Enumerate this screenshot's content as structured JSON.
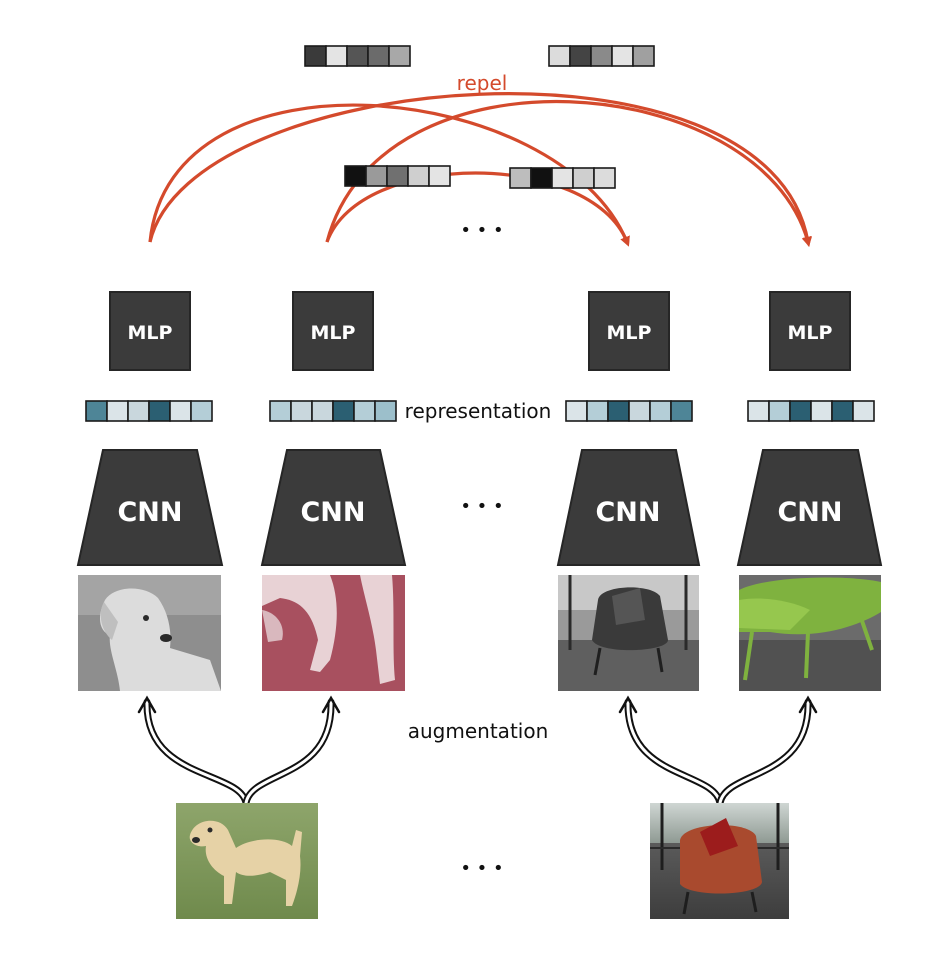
{
  "labels": {
    "repel": "repel",
    "representation": "representation",
    "augmentation": "augmentation",
    "ellipsis": "• • •"
  },
  "columns": [
    {
      "mlp": "MLP",
      "cnn": "CNN",
      "image": "dog-grayscale-view",
      "representation": [
        "#4e8597",
        "#dbe4e8",
        "#c9d7dd",
        "#2b5f72",
        "#dbe4e8",
        "#b4ced7"
      ]
    },
    {
      "mlp": "MLP",
      "cnn": "CNN",
      "image": "dog-legs-red-tint-view",
      "representation": [
        "#b4ced7",
        "#c9d7dd",
        "#c9d7dd",
        "#2b5f72",
        "#b4ced7",
        "#9cbfcb"
      ]
    },
    {
      "mlp": "MLP",
      "cnn": "CNN",
      "image": "chair-grayscale-view",
      "representation": [
        "#dbe4e8",
        "#b4ced7",
        "#2b5f72",
        "#c9d7dd",
        "#b4ced7",
        "#4e8597"
      ]
    },
    {
      "mlp": "MLP",
      "cnn": "CNN",
      "image": "chair-green-crop-view",
      "representation": [
        "#dbe4e8",
        "#b4ced7",
        "#2b5f72",
        "#dbe4e8",
        "#2b5f72",
        "#dbe4e8"
      ]
    }
  ],
  "sources": [
    {
      "image": "dog-original-photo"
    },
    {
      "image": "chair-original-photo"
    }
  ],
  "projections": {
    "top_left": [
      "#3a3a3a",
      "#e4e4e4",
      "#555555",
      "#6b6b6b",
      "#a8a8a8"
    ],
    "top_right": [
      "#dcdcdc",
      "#444444",
      "#8a8a8a",
      "#e4e4e4",
      "#a0a0a0"
    ],
    "mid_left": [
      "#111111",
      "#9a9a9a",
      "#707070",
      "#cfcfcf",
      "#e4e4e4"
    ],
    "mid_right": [
      "#bdbdbd",
      "#111111",
      "#e4e4e4",
      "#cfcfcf",
      "#dcdcdc"
    ]
  },
  "colors": {
    "repel_arrow": "#d44a2c",
    "block": "#3b3b3b",
    "block_border": "#262626"
  }
}
